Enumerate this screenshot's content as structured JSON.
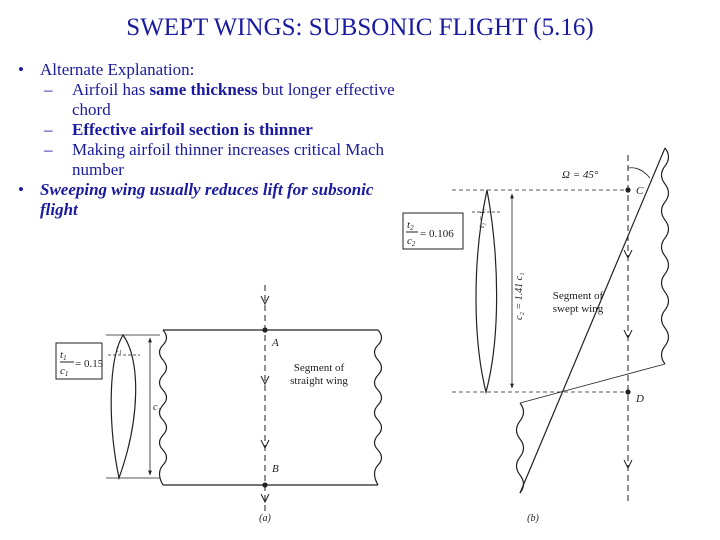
{
  "slide": {
    "title": "SWEPT WINGS: SUBSONIC FLIGHT (5.16)",
    "bullet1": "Alternate Explanation:",
    "sub1_pre": "Airfoil has ",
    "sub1_bold": "same thickness",
    "sub1_post": " but longer effective chord",
    "sub2": "Effective airfoil section is thinner",
    "sub3": "Making airfoil thinner increases critical Mach number",
    "bullet2": "Sweeping wing usually reduces lift for subsonic flight",
    "bullet_symbol": "•",
    "dash_symbol": "–"
  },
  "figure": {
    "a": {
      "ratio_t": "t",
      "ratio_t_sub": "1",
      "ratio_c": "c",
      "ratio_c_sub": "1",
      "ratio_value": "= 0.15",
      "dim_t": "t₁",
      "dim_c": "c₁",
      "point_a": "A",
      "point_b": "B",
      "segment_label_1": "Segment of",
      "segment_label_2": "straight wing",
      "caption": "(a)"
    },
    "b": {
      "ratio_t": "t",
      "ratio_t_sub": "2",
      "ratio_c": "c",
      "ratio_c_sub": "2",
      "ratio_value": "= 0.106",
      "dim_t": "t₂ = t₁",
      "dim_c": "c₂ = 1.41 c₁",
      "sweep_angle": "Ω = 45°",
      "point_c": "C",
      "point_d": "D",
      "segment_label_1": "Segment of",
      "segment_label_2": "swept wing",
      "caption": "(b)"
    }
  }
}
